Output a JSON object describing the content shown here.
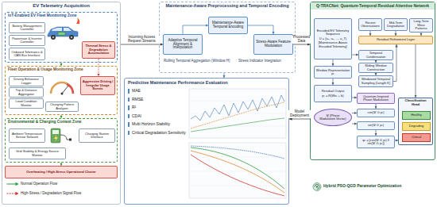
{
  "diagram": {
    "nodes": [
      {
        "text": [
          "EV Telemetry Acquisition"
        ]
      },
      {
        "text": [
          "IoT-Enabled EV Fleet Monitoring Zone"
        ],
        "in": 0
      },
      {
        "text": [
          "Battery Management Controller"
        ],
        "in": 1
      },
      {
        "text": [
          "Powertrain & Inverter Controller"
        ],
        "in": 1
      },
      {
        "text": [
          "Onboard Telematics & CAN Bus Interface"
        ],
        "in": 1
      },
      {
        "text": [
          "Thermal Stress & Degradation Accumulation"
        ],
        "in": 1
      },
      {
        "text": [
          "Fleet Operation & Usage Monitoring Zone"
        ],
        "in": 0
      },
      {
        "text": [
          "Driving Behaviour Logger"
        ],
        "in": 6
      },
      {
        "text": [
          "Trip & Distance Aggregator"
        ],
        "in": 6
      },
      {
        "text": [
          "Load Condition Monitor"
        ],
        "in": 6
      },
      {
        "text": [
          "Charging Pattern Analyzer"
        ],
        "in": 6
      },
      {
        "text": [
          "Aggressive Driving / Irregular Usage Events"
        ],
        "in": 6
      },
      {
        "text": [
          "Environmental & Charging Context Zone"
        ],
        "in": 0
      },
      {
        "text": [
          "Ambient Temperature Sensor Network"
        ],
        "in": 12
      },
      {
        "text": [
          "Charging Station Interface"
        ],
        "in": 12
      },
      {
        "text": [
          "Grid Stability & Energy Source Monitor"
        ],
        "in": 12
      },
      {
        "text": [
          "Overheating / High-Stress Operational Cluster"
        ],
        "in": 0
      },
      {
        "text": [
          "Maintenance-Aware Preprocessing and Temporal Encoding"
        ]
      },
      {
        "text": [
          "Adaptive Temporal Alignment & Interpolation"
        ],
        "in": 17
      },
      {
        "text": [
          "Maintenance-Aware Temporal Encoding"
        ],
        "in": 17
      },
      {
        "text": [
          "Stress-Aware Feature Modulation"
        ],
        "in": 17
      },
      {
        "text": [
          "Predictive Maintenance Performance Evaluation",
          "MAE",
          "RMSE",
          "R²",
          "CDAI",
          "Multi Horizon Stability",
          "Critical Degradation Sensitivity"
        ]
      },
      {
        "text": [
          "Q-TRACNet: Quantum-Temporal Residual Attentive Network"
        ]
      },
      {
        "text": [
          "Encoded EV Telemetry Sequence",
          "U = {u₁, u₂, ..., u_T}",
          "[Maintenance-Aware Encoded Telemetry]"
        ],
        "in": 22
      },
      {
        "text": [
          "Recent Observations"
        ],
        "in": 22
      },
      {
        "text": [
          "Mid-Term Degradation"
        ],
        "in": 22
      },
      {
        "text": [
          "Long-Term Wear Patterns"
        ],
        "in": 22
      },
      {
        "text": [
          "Residual Refinement Layer"
        ],
        "in": 22
      },
      {
        "text": [
          "Temporal Condensation"
        ],
        "in": 22
      },
      {
        "text": [
          "Sliding Window Construction"
        ],
        "in": 22
      },
      {
        "text": [
          "Windowed Temporal Sampling (Length K)"
        ],
        "in": 22
      },
      {
        "text": [
          "Window Representation pₜ"
        ],
        "in": 22
      },
      {
        "text": [
          "Residual Output",
          "pₜ = R(Wxₜ + b)"
        ],
        "in": 22
      },
      {
        "text": [
          "Quantum-Inspired Phase Modulation"
        ],
        "in": 22
      },
      {
        "text": [
          "Classification Head"
        ],
        "in": 22
      },
      {
        "text": [
          "Healthy"
        ],
        "in": 34
      },
      {
        "text": [
          "Degrading"
        ],
        "in": 34
      },
      {
        "text": [
          "Critical"
        ],
        "in": 34
      },
      {
        "text": [
          "Ψ (Phase Modulation Vector)"
        ],
        "in": 22
      },
      {
        "text": [
          "cos(Ψ ⊙ pₜ)"
        ],
        "in": 22
      },
      {
        "text": [
          "sin(Ψ ⊙ pₜ)"
        ],
        "in": 22
      },
      {
        "text": [
          "φₜ = [cos(Ψ ⊙ pₜ) ‖ sin(Ψ ⊙ pₜ)]"
        ],
        "in": 22
      }
    ],
    "edges": [
      {
        "from": 0,
        "to": 18,
        "label": "Incoming Access Request Streams",
        "arrow": "to"
      },
      {
        "from": 18,
        "to": 19,
        "arrow": "to"
      },
      {
        "from": 19,
        "to": 20,
        "arrow": "to"
      },
      {
        "from": 20,
        "to": 22,
        "label": "Processed Data",
        "arrow": "to"
      },
      {
        "from": 17,
        "to": 21,
        "arrow": "to"
      },
      {
        "from": 22,
        "to": 21,
        "label": "Model Deployment",
        "arrow": "to"
      },
      {
        "from": 1,
        "to": 6,
        "arrow": "to"
      },
      {
        "from": 6,
        "to": 12,
        "arrow": "to"
      },
      {
        "from": 12,
        "to": 16,
        "arrow": "to"
      },
      {
        "from": 5,
        "to": 11,
        "arrow": "to"
      },
      {
        "from": 23,
        "to": 28,
        "arrow": "to"
      },
      {
        "from": 28,
        "to": 29,
        "arrow": "to"
      },
      {
        "from": 29,
        "to": 30,
        "arrow": "to"
      },
      {
        "from": 30,
        "to": 27,
        "arrow": "to"
      },
      {
        "from": 24,
        "to": 27,
        "arrow": "to"
      },
      {
        "from": 25,
        "to": 27,
        "arrow": "to"
      },
      {
        "from": 26,
        "to": 27,
        "arrow": "to"
      },
      {
        "from": 27,
        "to": 34,
        "arrow": "to"
      },
      {
        "from": 23,
        "to": 31,
        "arrow": "to"
      },
      {
        "from": 31,
        "to": 32,
        "arrow": "to"
      },
      {
        "from": 32,
        "to": 33,
        "arrow": "to"
      },
      {
        "from": 33,
        "to": 39,
        "arrow": "to"
      },
      {
        "from": 38,
        "to": 39,
        "arrow": "to"
      },
      {
        "from": 38,
        "to": 40,
        "arrow": "to"
      },
      {
        "from": 40,
        "to": 41,
        "arrow": "to"
      },
      {
        "from": 41,
        "to": 34,
        "arrow": "to"
      }
    ],
    "labels": [
      "Rolling Temporal Aggregation (Window H)",
      "Stress Indicator Integration",
      "Hybrid PSO-QGD Parameter Optimization"
    ],
    "legend": [
      {
        "text": "Normal Operation Flow"
      },
      {
        "text": "High-Stress / Degradation Signal Flow"
      }
    ]
  }
}
